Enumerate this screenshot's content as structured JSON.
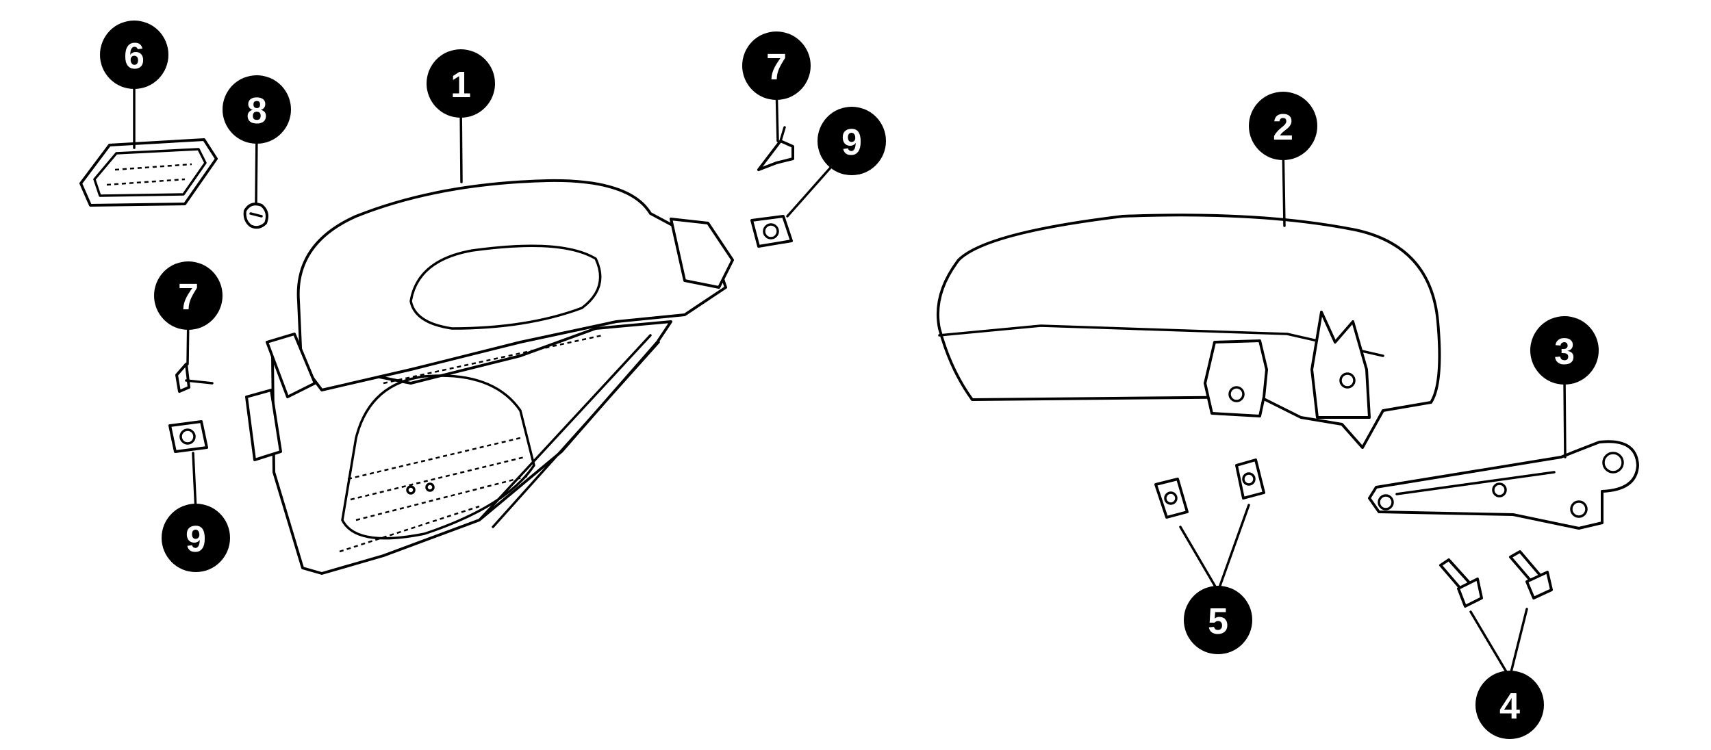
{
  "callouts": {
    "c1": "1",
    "c2": "2",
    "c3": "3",
    "c4": "4",
    "c5": "5",
    "c6": "6",
    "c7_top": "7",
    "c7_left": "7",
    "c8": "8",
    "c9_top": "9",
    "c9_left": "9"
  }
}
